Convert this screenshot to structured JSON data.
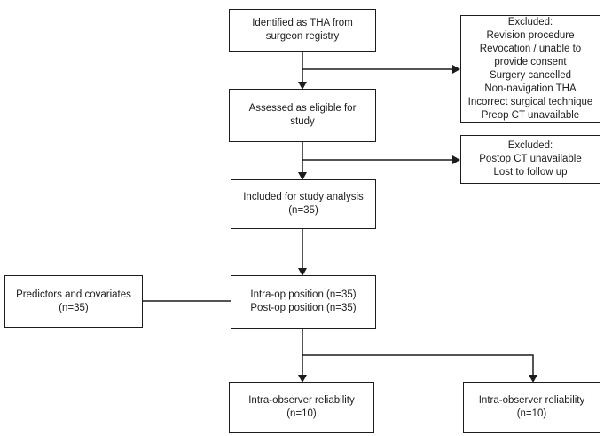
{
  "colors": {
    "line": "#1c1c1c",
    "box_border": "#1c1c1c",
    "text": "#1c1c1c",
    "background": "#ffffff"
  },
  "flowchart": {
    "identified_box": "Identified as THA from\nsurgeon registry",
    "excluded_1_box": "Excluded:\nRevision procedure\nRevocation / unable to\nprovide consent\nSurgery cancelled\nNon-navigation THA\nIncorrect surgical technique\nPreop CT unavailable",
    "assessed_box": "Assessed as eligible for\nstudy",
    "excluded_2_box": "Excluded:\nPostop CT unavailable\nLost to follow up",
    "included_box": "Included for study analysis\n(n=35)",
    "positions_box": "Intra-op position (n=35)\nPost-op position (n=35)",
    "predictors_box": "Predictors and covariates\n(n=35)",
    "reliability_left_box": "Intra-observer reliability\n(n=10)",
    "reliability_right_box": "Intra-observer reliability\n(n=10)"
  }
}
